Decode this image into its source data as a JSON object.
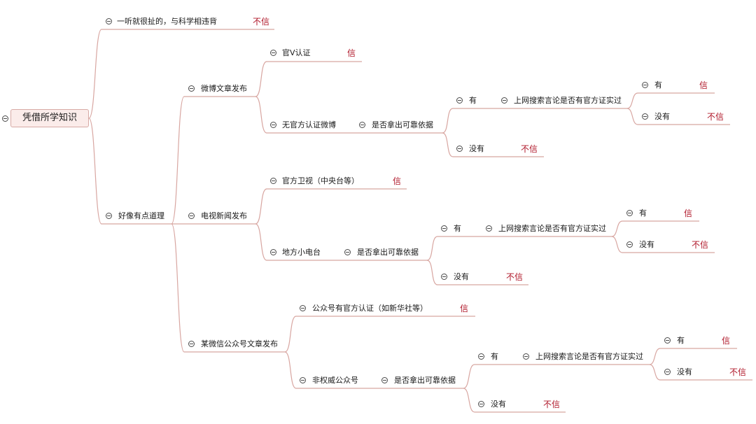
{
  "colors": {
    "line": "#d8a6a1",
    "result": "#b0182a",
    "root_fill": "#fbecea",
    "collapse": "#4a4a4a"
  },
  "icons": {
    "collapse": "collapse-minus-icon"
  },
  "root": {
    "label": "凭借所学知识"
  },
  "nodes": {
    "b1": {
      "label": "一听就很扯的，与科学相违背",
      "result": "不信"
    },
    "b2": {
      "label": "好像有点道理"
    },
    "w": {
      "label": "微博文章发布"
    },
    "w1": {
      "label": "官V认证",
      "result": "信"
    },
    "w2": {
      "label": "无官方认证微博"
    },
    "w2q": {
      "label": "是否拿出可靠依据"
    },
    "w2y": {
      "label": "有"
    },
    "w2s": {
      "label": "上网搜索言论是否有官方证实过"
    },
    "w2sy": {
      "label": "有",
      "result": "信"
    },
    "w2sn": {
      "label": "没有",
      "result": "不信"
    },
    "w2n": {
      "label": "没有",
      "result": "不信"
    },
    "t": {
      "label": "电视新闻发布"
    },
    "t1": {
      "label": "官方卫视（中央台等）",
      "result": "信"
    },
    "t2": {
      "label": "地方小电台"
    },
    "t2q": {
      "label": "是否拿出可靠依据"
    },
    "t2y": {
      "label": "有"
    },
    "t2s": {
      "label": "上网搜索言论是否有官方证实过"
    },
    "t2sy": {
      "label": "有",
      "result": "信"
    },
    "t2sn": {
      "label": "没有",
      "result": "不信"
    },
    "t2n": {
      "label": "没有",
      "result": "不信"
    },
    "g": {
      "label": "某微信公众号文章发布"
    },
    "g1": {
      "label": "公众号有官方认证（如新华社等）",
      "result": "信"
    },
    "g2": {
      "label": "非权威公众号"
    },
    "g2q": {
      "label": "是否拿出可靠依据"
    },
    "g2y": {
      "label": "有"
    },
    "g2s": {
      "label": "上网搜索言论是否有官方证实过"
    },
    "g2sy": {
      "label": "有",
      "result": "信"
    },
    "g2sn": {
      "label": "没有",
      "result": "不信"
    },
    "g2n": {
      "label": "没有",
      "result": "不信"
    }
  }
}
